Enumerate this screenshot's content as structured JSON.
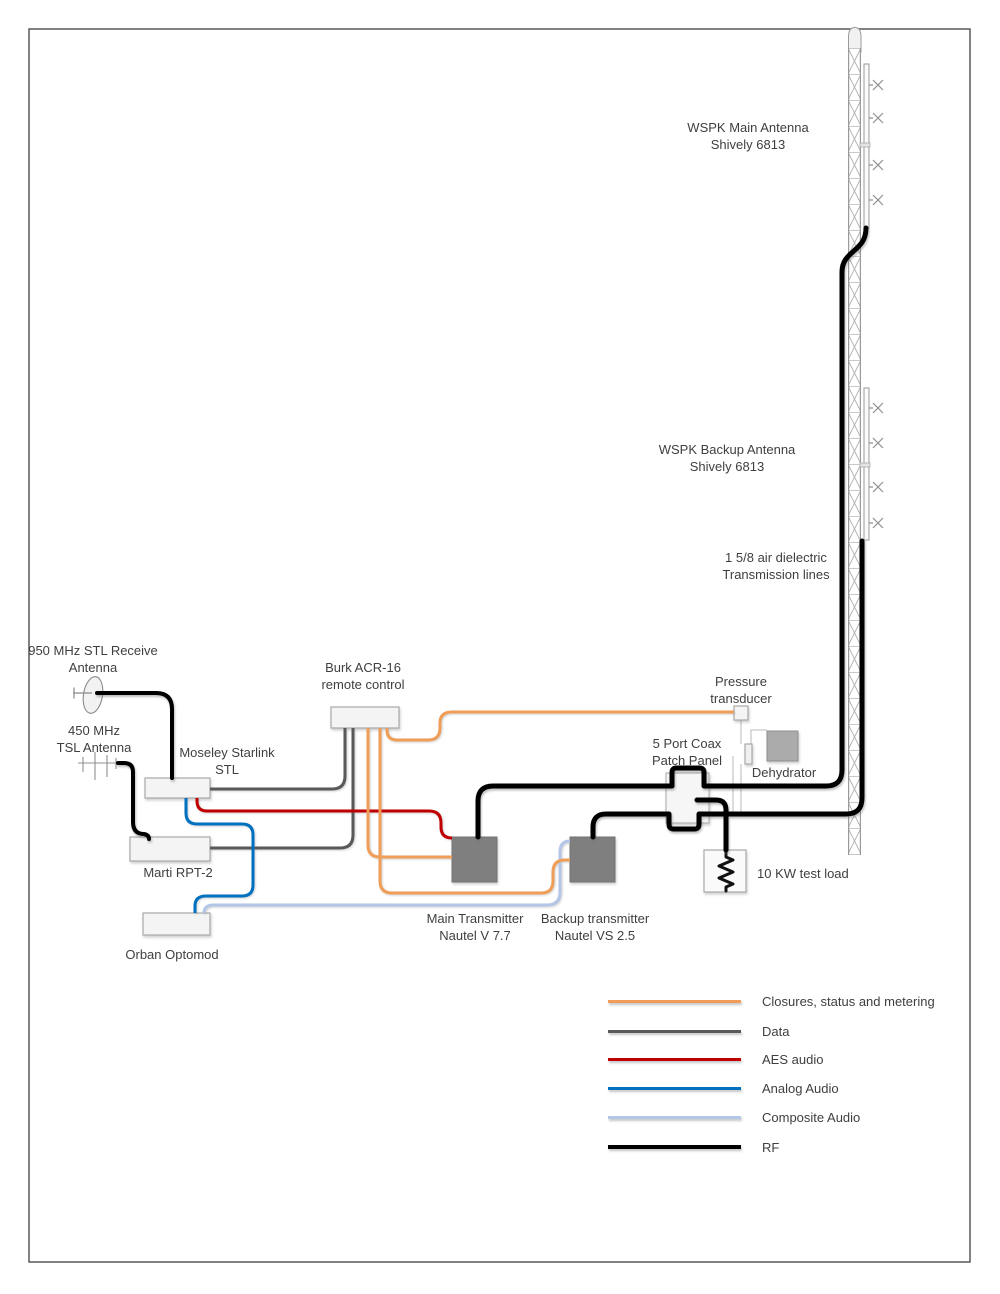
{
  "page": {
    "background": "#ffffff",
    "border_color": "#4d4d4d"
  },
  "colors": {
    "closures": "#EF9D57",
    "data": "#595959",
    "aes": "#C00000",
    "analog": "#0070C0",
    "composite": "#B4C6E7",
    "rf": "#000000",
    "box_fill": "#f4f4f4",
    "box_border": "#a9a9a9",
    "tx_fill": "#7f7f7f",
    "dehydrator_fill": "#ababab"
  },
  "tower": {
    "main_antenna": {
      "line1": "WSPK Main Antenna",
      "line2": "Shively 6813"
    },
    "backup_antenna": {
      "line1": "WSPK Backup Antenna",
      "line2": "Shively 6813"
    },
    "transmission": {
      "line1": "1 5/8 air dielectric",
      "line2": "Transmission lines"
    }
  },
  "equipment": {
    "stl_antenna": {
      "line1": "950 MHz STL Receive",
      "line2": "Antenna"
    },
    "tsl_antenna": {
      "line1": "450 MHz",
      "line2": "TSL Antenna"
    },
    "moseley": {
      "line1": "Moseley Starlink",
      "line2": "STL"
    },
    "marti": {
      "label": "Marti RPT-2"
    },
    "orban": {
      "label": "Orban Optomod"
    },
    "burk": {
      "line1": "Burk ACR-16",
      "line2": "remote control"
    },
    "pressure": {
      "line1": "Pressure",
      "line2": "transducer"
    },
    "patch_panel": {
      "line1": "5 Port Coax",
      "line2": "Patch Panel"
    },
    "dehydrator": {
      "label": "Dehydrator"
    },
    "main_tx": {
      "line1": "Main Transmitter",
      "line2": "Nautel V 7.7"
    },
    "backup_tx": {
      "line1": "Backup transmitter",
      "line2": "Nautel VS 2.5"
    },
    "test_load": {
      "label": "10 KW test load"
    }
  },
  "legend": {
    "items": [
      {
        "label": "Closures, status and metering",
        "color": "#EF9D57"
      },
      {
        "label": "Data",
        "color": "#595959"
      },
      {
        "label": "AES audio",
        "color": "#C00000"
      },
      {
        "label": "Analog Audio",
        "color": "#0070C0"
      },
      {
        "label": "Composite Audio",
        "color": "#B4C6E7"
      },
      {
        "label": "RF",
        "color": "#000000"
      }
    ]
  }
}
